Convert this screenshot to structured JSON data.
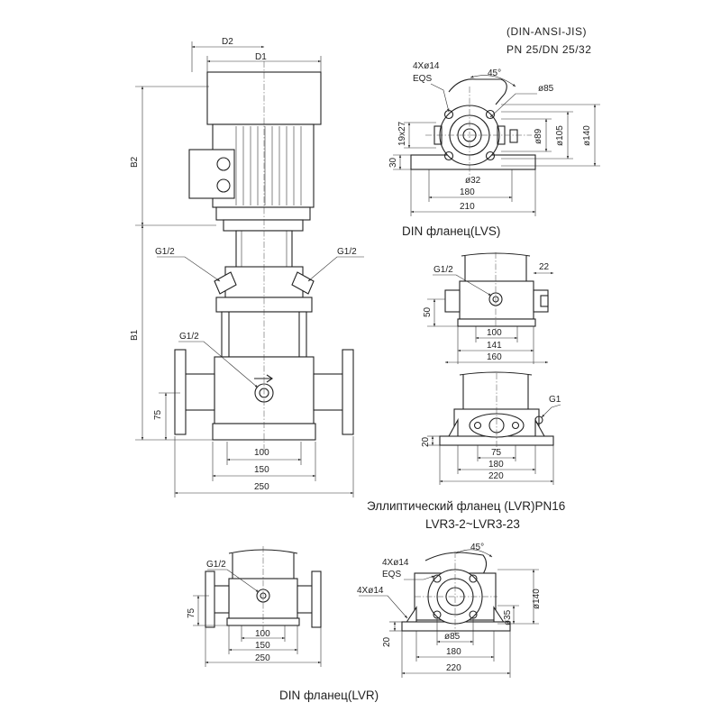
{
  "standard": {
    "line1": "(DIN-ANSI-JIS)",
    "line2": "PN 25/DN 25/32"
  },
  "main_view": {
    "d2": "D2",
    "d1": "D1",
    "b2": "B2",
    "b1": "B1",
    "g_left": "G1/2",
    "g_right": "G1/2",
    "g_drain": "G1/2",
    "h75": "75",
    "w100": "100",
    "w150": "150",
    "w250": "250"
  },
  "lvs_flange": {
    "holes": "4Xø14",
    "eqs": "EQS",
    "angle": "45°",
    "d85": "ø85",
    "d89": "ø89",
    "d105": "ø105",
    "d140": "ø140",
    "d32": "ø32",
    "h19x27": "19x27",
    "h30": "30",
    "w180": "180",
    "w210": "210",
    "caption": "DIN фланец(LVS)"
  },
  "lvr_side": {
    "g": "G1/2",
    "w22": "22",
    "h50": "50",
    "w100": "100",
    "w141": "141",
    "w160": "160"
  },
  "lvr_top": {
    "g": "G1",
    "h20": "20",
    "w75": "75",
    "w180": "180",
    "w220": "220",
    "caption1": "Эллиптический фланец (LVR)PN16",
    "caption2": "LVR3-2~LVR3-23"
  },
  "din_lvr_side": {
    "g": "G1/2",
    "h75": "75",
    "w100": "100",
    "w150": "150",
    "w250": "250"
  },
  "din_lvr_top": {
    "holes_top": "4Xø14",
    "eqs": "EQS",
    "holes_side": "4Xø14",
    "angle": "45°",
    "d140": "ø140",
    "d35": "ø35",
    "d85": "ø85",
    "h20": "20",
    "w180": "180",
    "w220": "220",
    "caption": "DIN фланец(LVR)"
  }
}
